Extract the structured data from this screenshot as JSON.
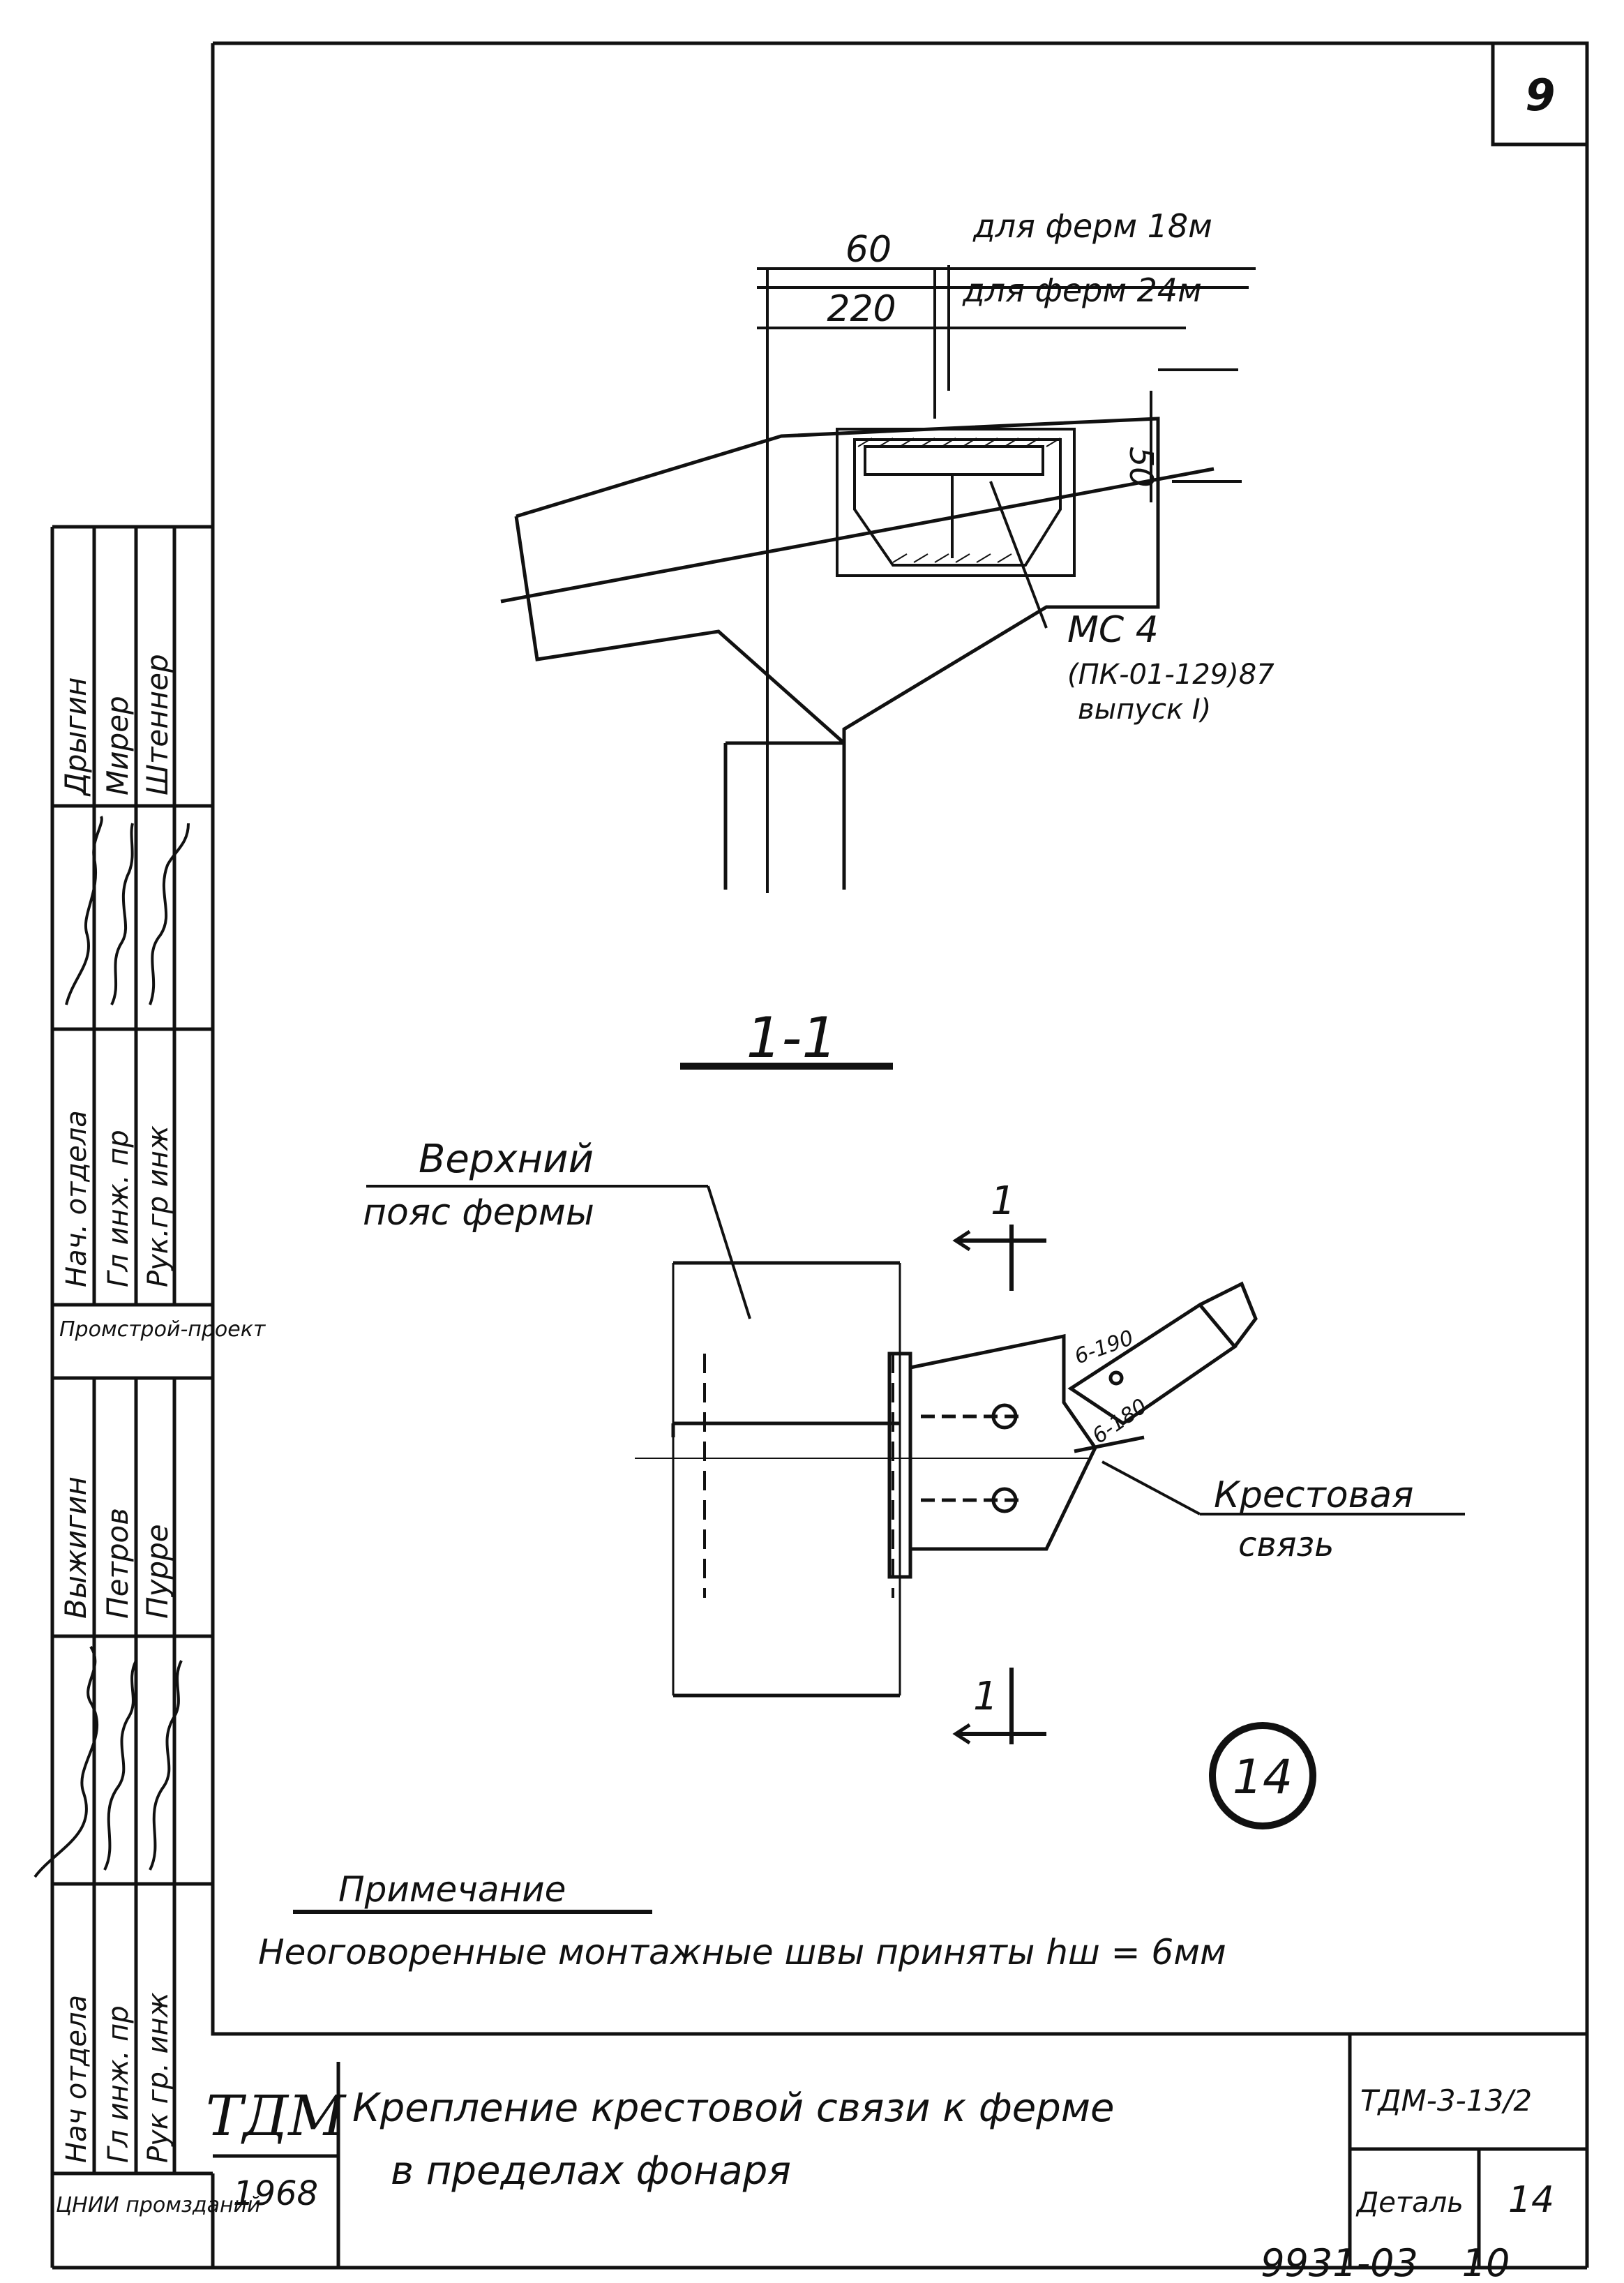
{
  "sheet": {
    "page_number": "9",
    "bottom_code": "9931-03",
    "bottom_page": "10"
  },
  "section_view": {
    "dim_60": "60",
    "dim_220": "220",
    "note_18": "для ферм 18м",
    "note_24": "для ферм 24м",
    "dim_50": "50",
    "part_ref_1": "МС 4",
    "part_ref_2": "(ПК-01-129)87",
    "part_ref_3": "выпуск I)"
  },
  "section_label": "1-1",
  "plan_view": {
    "chord_label_1": "Верхний",
    "chord_label_2": "пояс фермы",
    "cut_mark_top": "1",
    "cut_mark_bottom": "1",
    "weld_label_1": "6-190",
    "weld_label_2": "6-180",
    "brace_label_1": "Крестовая",
    "brace_label_2": "связь"
  },
  "detail_mark": "14",
  "note": {
    "title": "Примечание",
    "text": "Неоговоренные монтажные швы приняты hш = 6мм"
  },
  "title_block": {
    "org": "ТДМ",
    "year": "1968",
    "title_line1": "Крепление крестовой связи к ферме",
    "title_line2": "в пределах фонаря",
    "doc_code": "ТДМ-3-13/2",
    "detail_label": "Деталь",
    "detail_number": "14"
  },
  "side_stamp": {
    "block1_names": [
      "Дрыгин",
      "Мирер",
      "Штеннер"
    ],
    "block1_roles": [
      "Нач. отдела",
      "Гл инж. пр",
      "Рук.гр инж"
    ],
    "org1": "Промстрой-проект",
    "block2_names": [
      "Выжигин",
      "Петров",
      "Пурре"
    ],
    "block2_roles": [
      "Нач отдела",
      "Гл инж. пр",
      "Рук гр. инж"
    ],
    "org2": "ЦНИИ промзданий"
  }
}
